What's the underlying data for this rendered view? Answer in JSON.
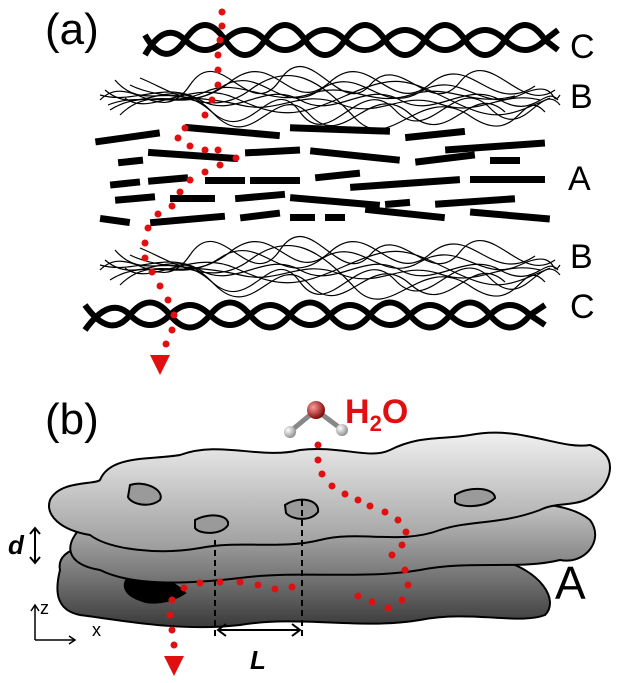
{
  "panel_a": {
    "label": "(a)",
    "layers": [
      "C",
      "B",
      "A",
      "B",
      "C"
    ]
  },
  "panel_b": {
    "label": "(b)",
    "water": "H",
    "water_sub": "2",
    "water_o": "O",
    "region": "A",
    "d_label": "d",
    "L_label": "L",
    "axis_z": "z",
    "axis_x": "x"
  },
  "colors": {
    "path": "#e01010",
    "ink": "#000000"
  }
}
